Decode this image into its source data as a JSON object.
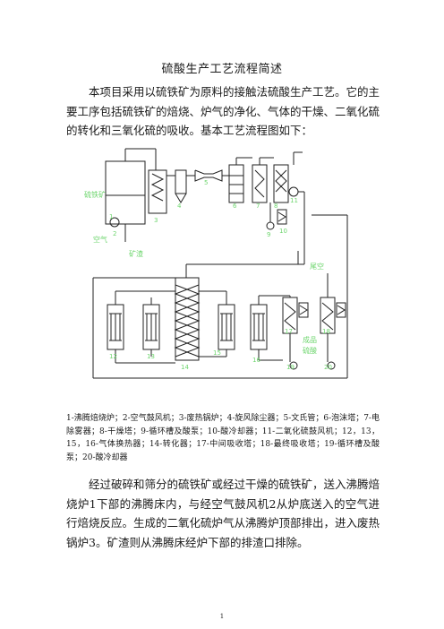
{
  "title": "硫酸生产工艺流程简述",
  "intro": "本项目采用以硫铁矿为原料的接触法硫酸生产工艺。它的主要工序包括硫铁矿的焙烧、炉气的净化、气体的干燥、二氧化硫的转化和三氧化硫的吸收。基本工艺流程图如下：",
  "diagram": {
    "label_feed": "硫铁矿",
    "label_air": "空气",
    "label_slag": "矿渣",
    "label_exhaust": "尾空",
    "label_acid_a": "成品",
    "label_acid_b": "硫酸",
    "numbers": [
      "1",
      "2",
      "3",
      "4",
      "5",
      "6",
      "7",
      "8",
      "9",
      "10",
      "11",
      "12",
      "13",
      "14",
      "15",
      "16",
      "17",
      "18",
      "19",
      "20"
    ]
  },
  "caption": "1-沸腾焙烧炉；2-空气鼓风机；3-废热锅炉；4-旋风除尘器；5-文氏管；6-泡沫塔；7-电除雾器；8-干燥塔；9-循环槽及酸泵；10-酸冷却器；11-二氧化硫鼓风机；12，13，15，16-气体换热器；14-转化器；17-中间吸收塔；18-最终吸收塔；19-循环槽及酸泵；20-酸冷却器",
  "body": "经过破碎和筛分的硫铁矿或经过干燥的硫铁矿，送入沸腾焙烧炉1下部的沸腾床内，与经空气鼓风机2从炉底送入的空气进行焙烧反应。生成的二氧化硫炉气从沸腾炉顶部排出，进入废热锅炉3。矿渣则从沸腾床经炉下部的排渣口排除。",
  "page_number": "1"
}
